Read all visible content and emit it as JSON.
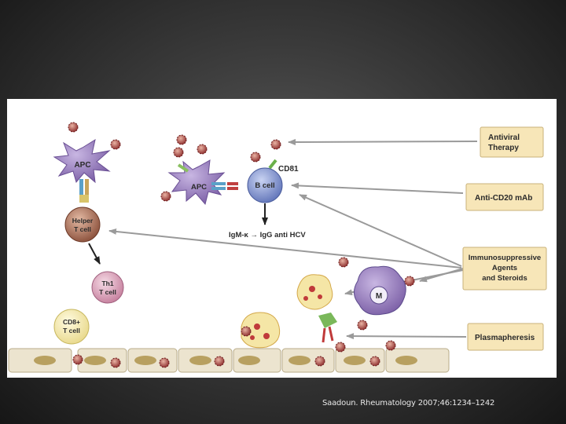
{
  "figure": {
    "boxes": {
      "antiviral": [
        "Antiviral",
        "Therapy"
      ],
      "anticd20": "Anti-CD20 mAb",
      "immuno": [
        "Immunosuppressive",
        "Agents",
        "and Steroids"
      ],
      "plasma": "Plasmapheresis"
    },
    "cells": {
      "apc1": "APC",
      "apc2": "APC",
      "bcell": "B cell",
      "cd81": "CD81",
      "helper": [
        "Helper",
        "T cell"
      ],
      "th1": [
        "Th1",
        "T cell"
      ],
      "cd8": [
        "CD8+",
        "T cell"
      ],
      "macrophage": "M"
    },
    "igm_label": "IgM-κ → IgG anti HCV"
  },
  "citation": "Saadoun. Rheumatology 2007;46:1234–1242",
  "colors": {
    "box_fill": "#f7e6b8",
    "apc_purple": "#8a6fb0",
    "bcell_blue": "#7d92cf",
    "helper_brown": "#a9705a",
    "th1_pink": "#d8a2b8",
    "virus_red": "#8a2a2a",
    "arrow_gray": "#9a9a9a"
  }
}
